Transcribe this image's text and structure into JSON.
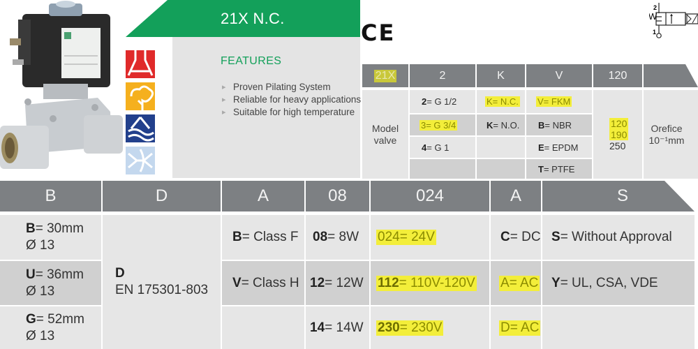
{
  "header": {
    "title": "21X N.C.",
    "features_title": "FEATURES",
    "features": [
      "Proven Pilating System",
      "Reliable for heavy applications",
      "Suitable for high temperature"
    ],
    "ce_mark": "CE",
    "valve_symbol": {
      "port_top": "2",
      "port_bottom": "1",
      "spring": "W"
    }
  },
  "icons": [
    "chemical-industry-icon",
    "food-industry-icon",
    "water-treatment-icon",
    "hvac-icon"
  ],
  "colors": {
    "brand_green": "#13a05a",
    "header_gray": "#7d8083",
    "cell_light": "#e6e6e6",
    "cell_dark": "#d0d0d0",
    "highlight": "#f3ee3a"
  },
  "model_code_table": {
    "headers": [
      "21X",
      "2",
      "K",
      "V",
      "120",
      ""
    ],
    "model_label": [
      "Model",
      "valve"
    ],
    "connection": [
      "2= G 1/2",
      "3= G 3/4",
      "4= G 1",
      ""
    ],
    "function": [
      "K= N.C.",
      "K= N.O.",
      "",
      ""
    ],
    "seal": [
      "V= FKM",
      "B= NBR",
      "E= EPDM",
      "T= PTFE"
    ],
    "orifice_values": [
      "120",
      "190",
      "250"
    ],
    "orifice_label": [
      "Orefice",
      "10⁻¹mm"
    ]
  },
  "coil_code_table": {
    "headers": [
      "B",
      "D",
      "A",
      "08",
      "024",
      "A",
      "S"
    ],
    "coil_size": [
      {
        "code": "B",
        "text": "= 30mm",
        "sub": "Ø 13"
      },
      {
        "code": "U",
        "text": "= 36mm",
        "sub": "Ø 13"
      },
      {
        "code": "G",
        "text": "= 52mm",
        "sub": "Ø 13"
      }
    ],
    "connector": {
      "code": "D",
      "text": "EN 175301-803"
    },
    "insulation": [
      {
        "code": "B",
        "text": "= Class F"
      },
      {
        "code": "V",
        "text": "= Class H"
      },
      {
        "code": "",
        "text": ""
      }
    ],
    "power": [
      {
        "code": "08",
        "text": "= 8W"
      },
      {
        "code": "12",
        "text": "= 12W"
      },
      {
        "code": "14",
        "text": "= 14W"
      }
    ],
    "voltage": [
      {
        "code": "024",
        "text": "= 24V"
      },
      {
        "code": "112",
        "text": "= 110V-120V"
      },
      {
        "code": "230",
        "text": "= 230V"
      }
    ],
    "current": [
      {
        "code": "C",
        "text": "= DC"
      },
      {
        "code": "A",
        "text": "= AC"
      },
      {
        "code": "D",
        "text": "= AC"
      }
    ],
    "approval": [
      {
        "code": "S",
        "text": "= Without Approval"
      },
      {
        "code": "Y",
        "text": "= UL, CSA, VDE"
      },
      {
        "code": "",
        "text": ""
      }
    ]
  }
}
